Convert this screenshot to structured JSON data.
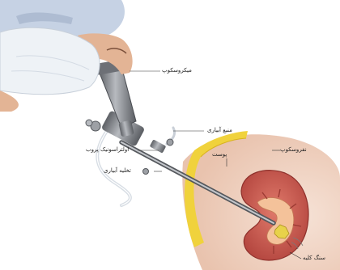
{
  "labels": {
    "microscope": "میکروسکوپ",
    "irrigation_inlet": "منبع آبیاری",
    "ultrasonic_probe": "اولتراسونیک پروب",
    "irrigation_outlet": "تخلیه آبیاری",
    "skin": "پوست",
    "nephroscope": "نفروسکوپ",
    "kidney_stone": "سنگ کلیه"
  },
  "colors": {
    "background": "#ffffff",
    "cap": "#c6d2e4",
    "mask": "#eef2f6",
    "skin_tone": "#e3b495",
    "instrument": "#8a8d92",
    "skin_layer": "#f0d23c",
    "tissue": "#f2d6c8",
    "kidney": "#c9584f",
    "kidney_inner": "#f4c29a",
    "stone": "#e8d24a"
  }
}
